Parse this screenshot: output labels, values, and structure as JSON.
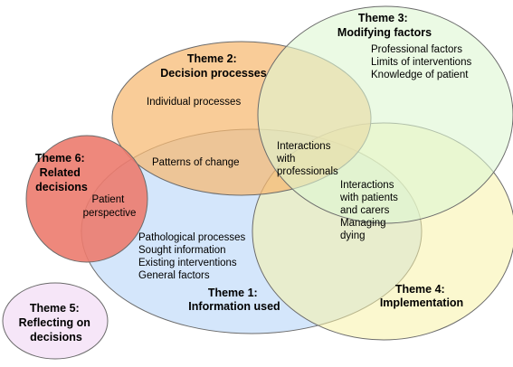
{
  "themes": [
    {
      "id": "theme1",
      "title_line1": "Theme 1:",
      "title_line2": "Information used",
      "items": [
        "Pathological processes",
        "Sought information",
        "Existing interventions",
        "General factors"
      ],
      "color": "#c6defa"
    },
    {
      "id": "theme2",
      "title_line1": "Theme 2:",
      "title_line2": "Decision processes",
      "items": [
        "Individual processes"
      ],
      "color": "#f7b870"
    },
    {
      "id": "theme3",
      "title_line1": "Theme 3:",
      "title_line2": "Modifying factors",
      "items": [
        "Professional factors",
        "Limits of interventions",
        "Knowledge of patient"
      ],
      "color": "#def7d2"
    },
    {
      "id": "theme4",
      "title_line1": "Theme 4:",
      "title_line2": "Implementation",
      "items": [],
      "color": "#f7f3a8"
    },
    {
      "id": "theme5",
      "title_line1": "Theme 5:",
      "title_line2": "Reflecting on",
      "title_line3": "decisions",
      "items": [],
      "color": "#f6e6f8"
    },
    {
      "id": "theme6",
      "title_line1": "Theme 6:",
      "title_line2": "Related",
      "title_line3": "decisions",
      "items": [],
      "color": "#ec7b6e"
    }
  ],
  "overlaps": {
    "patient_perspective": [
      "Patient",
      "perspective"
    ],
    "patterns_of_change": "Patterns of change",
    "interactions_professionals": [
      "Interactions",
      "with",
      "professionals"
    ],
    "interactions_patients": [
      "Interactions",
      "with patients",
      "and carers",
      "Managing",
      "dying"
    ]
  },
  "colors": {
    "outline": "#6b6b6b"
  }
}
